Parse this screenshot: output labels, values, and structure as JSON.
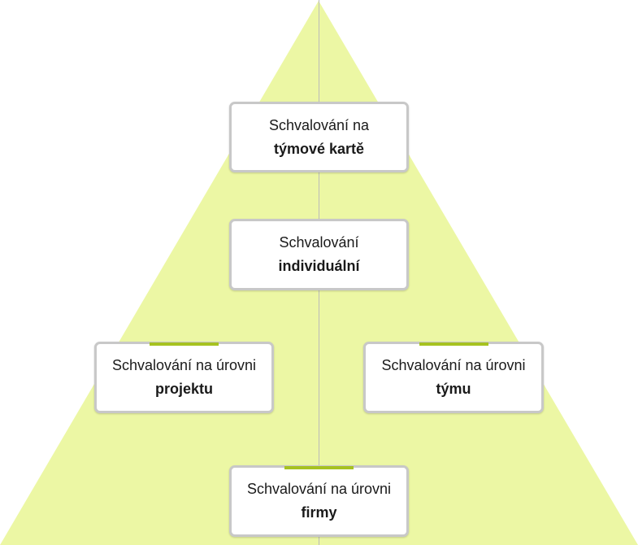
{
  "colors": {
    "pyramid_fill": "#ecf7a4",
    "accent": "#a6c21f",
    "connector": "#bbbbbb"
  },
  "nodes": {
    "top": {
      "line1": "Schvalování na",
      "line2": "týmové kartě"
    },
    "middle": {
      "line1": "Schvalování",
      "line2": "individuální"
    },
    "left": {
      "line1": "Schvalování na úrovni",
      "line2": "projektu"
    },
    "right": {
      "line1": "Schvalování na úrovni",
      "line2": "týmu"
    },
    "bottom": {
      "line1": "Schvalování na úrovni",
      "line2": "firmy"
    }
  }
}
